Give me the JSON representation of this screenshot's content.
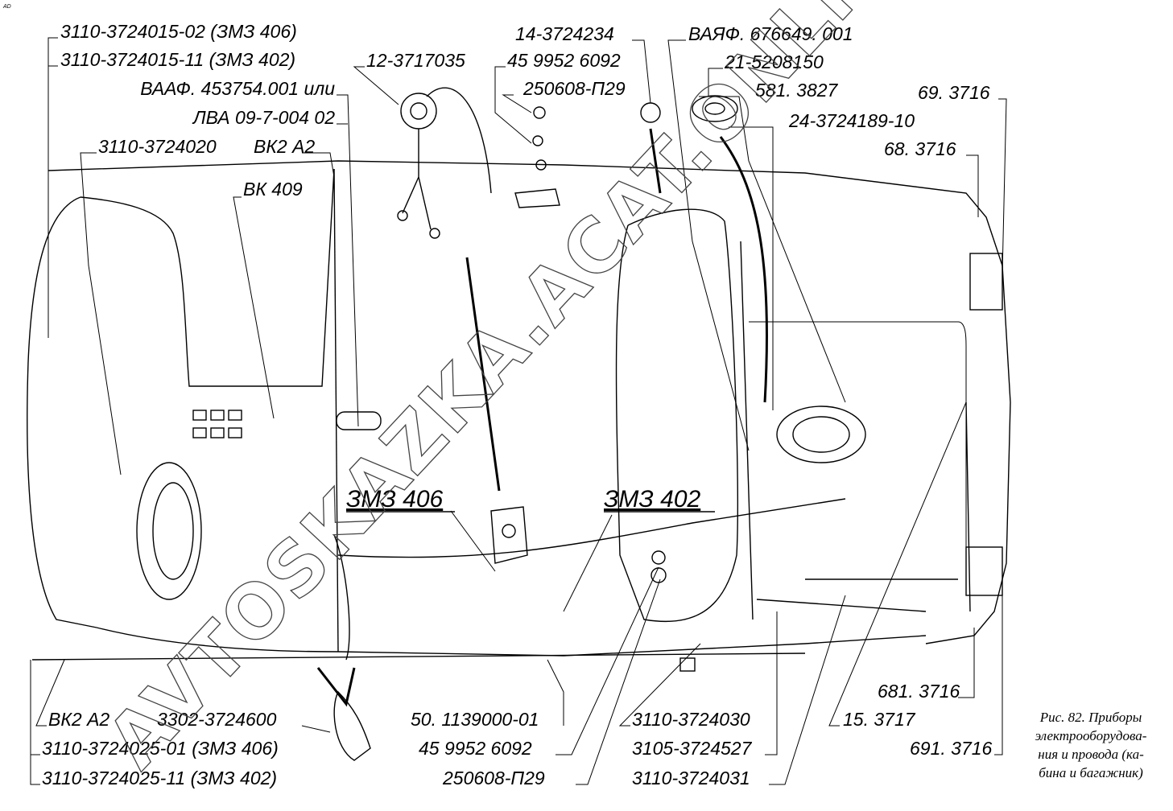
{
  "corner_mark": "АD",
  "labels_top_left": {
    "l1": "3110-3724015-02 (ЗМЗ 406)",
    "l2": "3110-3724015-11 (ЗМЗ 402)",
    "l3": "ВААФ. 453754.001 или",
    "l4": "ЛВА 09-7-004 02",
    "l5": "3110-3724020",
    "l6": "ВК2 А2",
    "l7": "ВК 409"
  },
  "labels_top_center": {
    "l1": "12-3717035",
    "l2": "14-3724234",
    "l3": "45 9952 6092",
    "l4": "250608-П29",
    "l5": "ВАЯФ. 676649. 001",
    "l6": "21-5208150",
    "l7": "581. 3827",
    "l8": "24-3724189-10"
  },
  "labels_right": {
    "l1": "69. 3716",
    "l2": "68. 3716",
    "l3": "681. 3716",
    "l4": "15. 3717",
    "l5": "691. 3716"
  },
  "engine_variants": {
    "a": "ЗМЗ 406",
    "b": "ЗМЗ 402"
  },
  "labels_bottom_left": {
    "l1": "ВК2 А2",
    "l2": "3302-3724600",
    "l3": "3110-3724025-01 (ЗМЗ 406)",
    "l4": "3110-3724025-11 (ЗМЗ 402)"
  },
  "labels_bottom_center": {
    "l1": "50. 1139000-01",
    "l2": "45 9952 6092",
    "l3": "250608-П29",
    "l4": "3110-3724030",
    "l5": "3105-3724527",
    "l6": "3110-3724031"
  },
  "caption": {
    "line1": "Рис. 82. Приборы",
    "line2": "электрооборудова-",
    "line3": "ния и провода (ка-",
    "line4": "бина и багажник)"
  },
  "watermark": "AVTOSKAZKA.ACAT.ONLINE"
}
